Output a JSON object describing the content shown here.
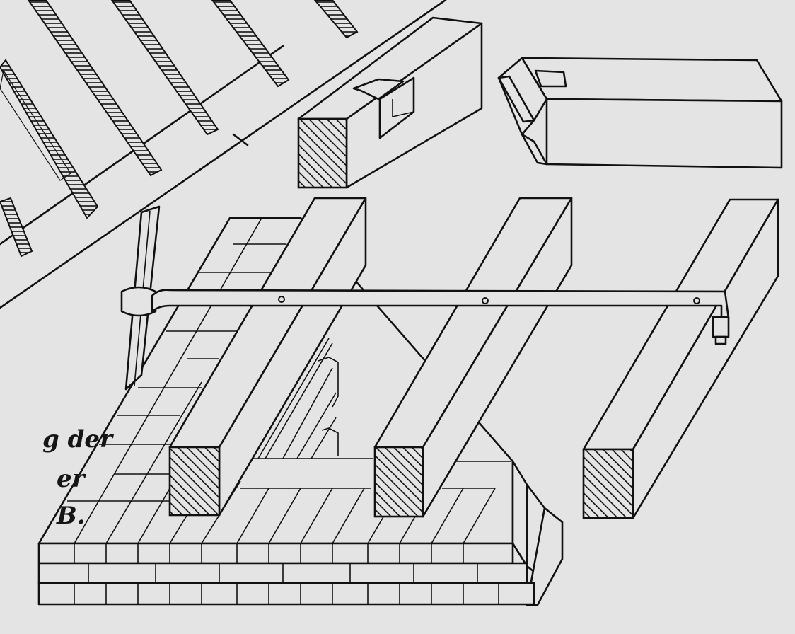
{
  "figure": {
    "subject": "timber joists resting on brick masonry with iron wall anchor",
    "caption_fragments": [
      "g der",
      "er",
      "B."
    ],
    "colors": {
      "paper": "#e4e4e4",
      "ink": "#111111"
    }
  },
  "parts": {
    "rafters": {
      "count": 6,
      "label": "rafters-in-plan"
    },
    "tenon_beams": {
      "count": 2,
      "label": "joint-detail-beams"
    },
    "joists": {
      "count": 3,
      "label": "floor-joists"
    },
    "anchor": {
      "holes": 3,
      "label": "iron-wall-anchor"
    },
    "masonry": {
      "courses": 3,
      "label": "brick-wall"
    }
  }
}
